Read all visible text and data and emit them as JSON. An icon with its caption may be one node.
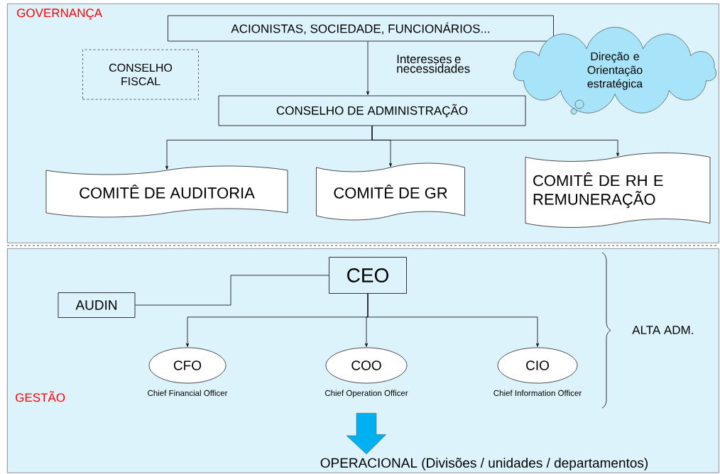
{
  "diagram": {
    "nodes": [
      {
        "text": [
          "GOVERNANÇA"
        ]
      },
      {
        "text": [
          "ACIONISTAS, SOCIEDADE, FUNCIONÁRIOS..."
        ],
        "in": 0
      },
      {
        "text": [
          "CONSELHO FISCAL"
        ],
        "in": 0
      },
      {
        "text": [
          "Direção e Orientação estratégica"
        ],
        "in": 0
      },
      {
        "text": [
          "CONSELHO DE ADMINISTRAÇÃO"
        ],
        "in": 0
      },
      {
        "text": [
          "COMITÊ DE AUDITORIA"
        ],
        "in": 0
      },
      {
        "text": [
          "COMITÊ DE GR"
        ],
        "in": 0
      },
      {
        "text": [
          "COMITÊ DE RH E REMUNERAÇÃO"
        ],
        "in": 0
      },
      {
        "text": [
          "GESTÃO"
        ]
      },
      {
        "text": [
          "CEO"
        ],
        "in": 8
      },
      {
        "text": [
          "AUDIN"
        ],
        "in": 8
      },
      {
        "text": [
          "CFO"
        ],
        "beside": [
          "Chief Financial Officer"
        ],
        "in": 8
      },
      {
        "text": [
          "COO"
        ],
        "beside": [
          "Chief Operation Officer"
        ],
        "in": 8
      },
      {
        "text": [
          "CIO"
        ],
        "beside": [
          "Chief Information Officer"
        ],
        "in": 8
      },
      {
        "text": [
          "OPERACIONAL (Divisões / unidades / departamentos)"
        ],
        "in": 8
      }
    ],
    "edges": [
      {
        "from": 1,
        "to": 4,
        "arrow": "to",
        "label": "Interesses e necessidades"
      },
      {
        "from": 4,
        "to": 5,
        "arrow": "to"
      },
      {
        "from": 4,
        "to": 6,
        "arrow": "to"
      },
      {
        "from": 4,
        "to": 7,
        "arrow": "to"
      },
      {
        "from": 9,
        "to": 10,
        "arrow": "none"
      },
      {
        "from": 9,
        "to": 11,
        "arrow": "to"
      },
      {
        "from": 9,
        "to": 12,
        "arrow": "to"
      },
      {
        "from": 9,
        "to": 13,
        "arrow": "to"
      },
      {
        "from": 12,
        "to": 14,
        "arrow": "to",
        "style": "thick",
        "color": "#00b0f0"
      }
    ],
    "labels": [
      "ALTA ADM."
    ]
  }
}
